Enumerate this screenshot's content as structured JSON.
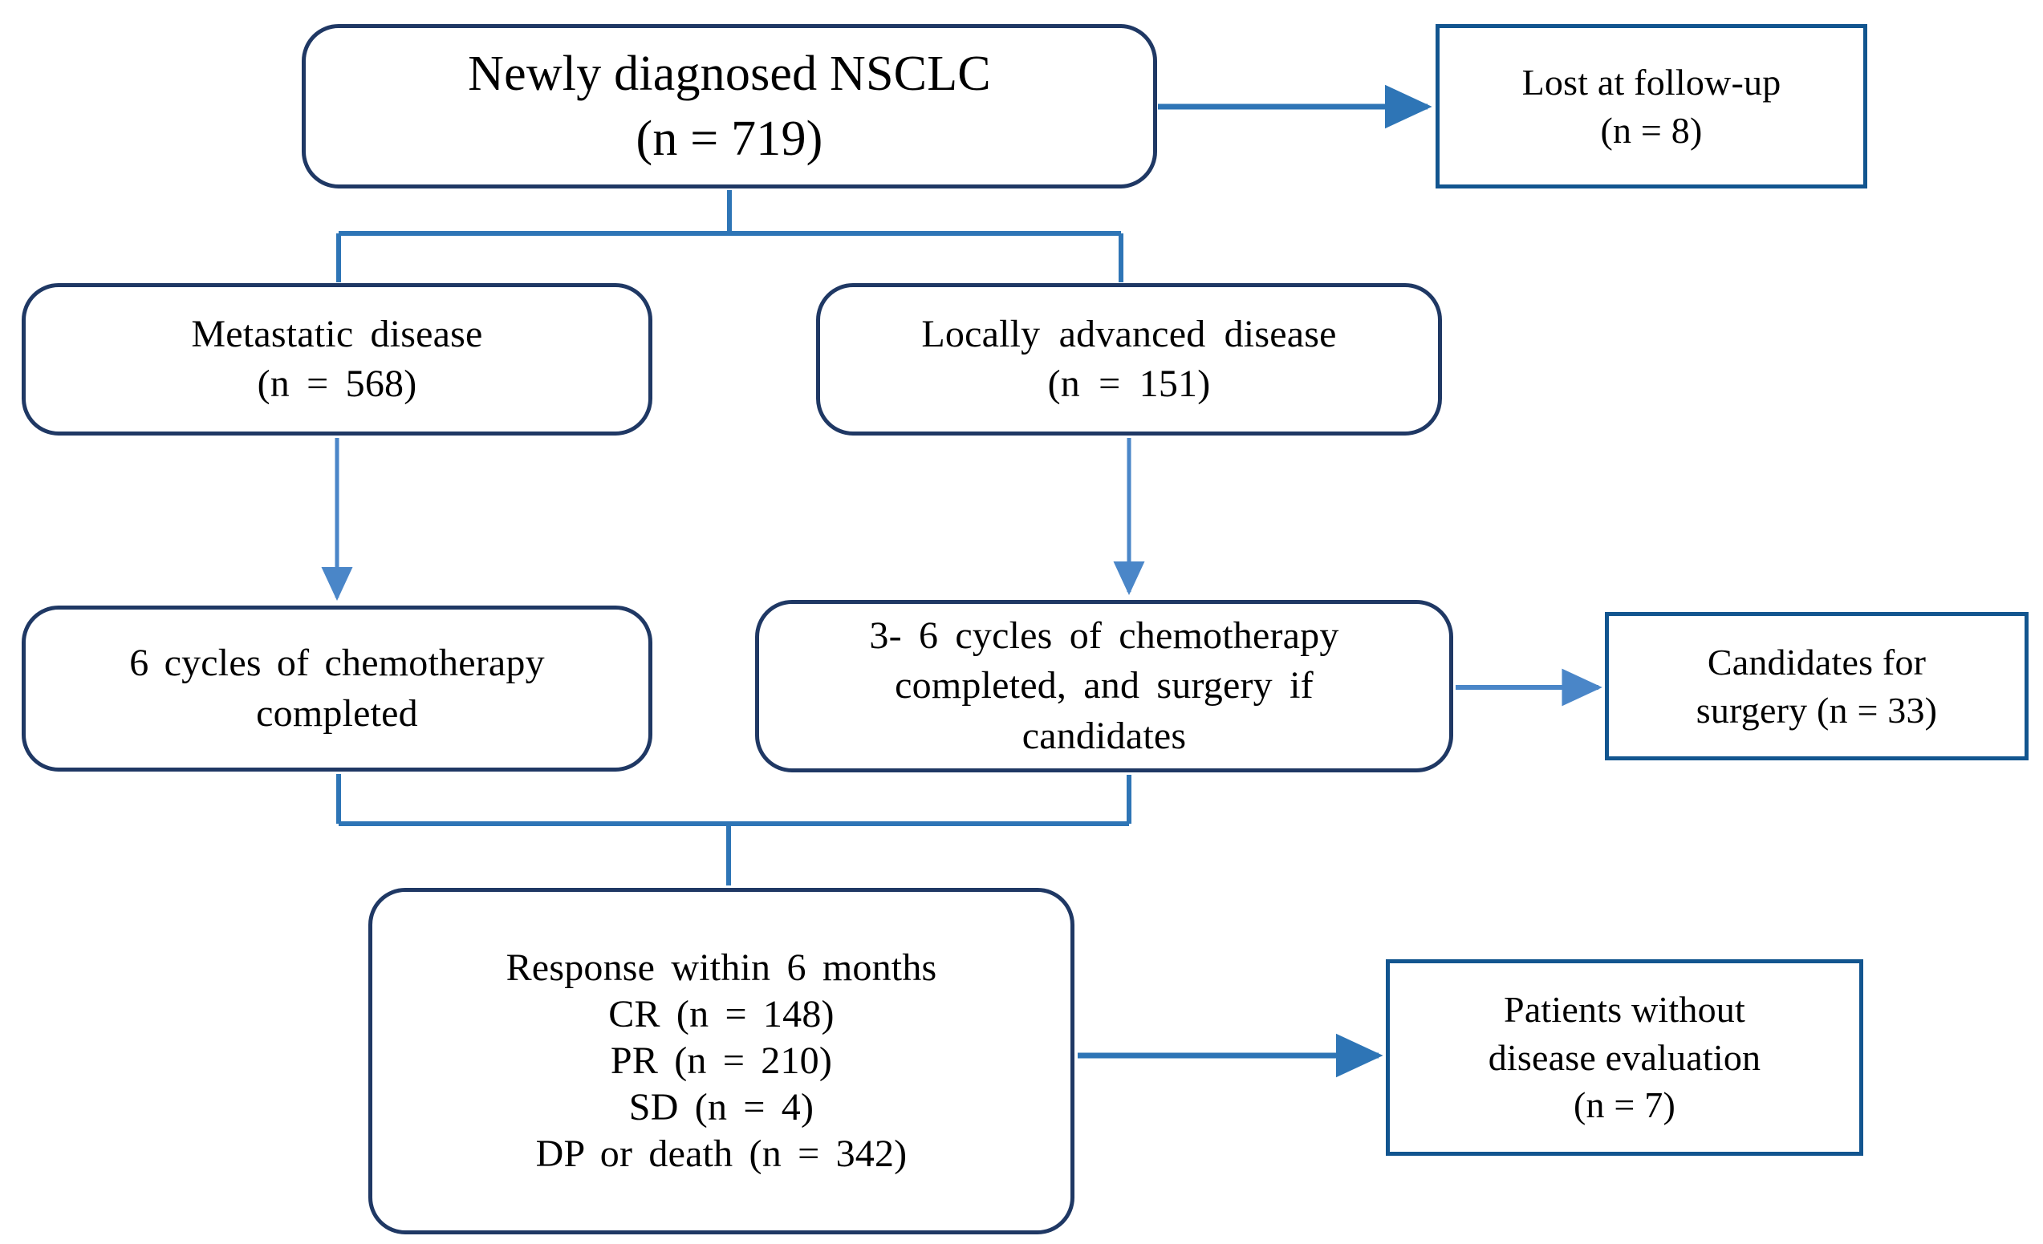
{
  "diagram": {
    "title": "Newly diagnosed NSCLC patient flow",
    "colors": {
      "rounded_box_border": "#1F3864",
      "sharp_box_border": "#12558F",
      "connector_dark": "#2E75B6",
      "connector_light": "#4A86C8",
      "background": "#FFFFFF",
      "text": "#000000"
    },
    "nodes": {
      "newly_diagnosed": {
        "label": "Newly diagnosed NSCLC\n(n = 719)",
        "line1": "Newly diagnosed NSCLC",
        "line2": "(n = 719)",
        "n": 719,
        "shape": "rounded-rectangle"
      },
      "lost_followup": {
        "label": "Lost at follow-up\n(n = 8)",
        "line1": "Lost at follow-up",
        "line2": "(n = 8)",
        "n": 8,
        "shape": "rectangle"
      },
      "metastatic": {
        "label": "Metastatic  disease\n(n = 568)",
        "line1": "Metastatic  disease",
        "line2": "(n = 568)",
        "n": 568,
        "shape": "rounded-rectangle"
      },
      "locally_advanced": {
        "label": "Locally  advanced  disease\n(n = 151)",
        "line1": "Locally  advanced  disease",
        "line2": "(n = 151)",
        "n": 151,
        "shape": "rounded-rectangle"
      },
      "six_cycles": {
        "label": "6 cycles  of chemotherapy\ncompleted",
        "line1": "6 cycles  of chemotherapy",
        "line2": "completed",
        "shape": "rounded-rectangle"
      },
      "three_six_cycles": {
        "label": "3- 6 cycles  of chemotherapy\ncompleted,  and surgery  if\ncandidates",
        "line1": "3- 6 cycles  of chemotherapy",
        "line2": "completed,  and surgery  if",
        "line3": "candidates",
        "shape": "rounded-rectangle"
      },
      "candidates_surgery": {
        "label": "Candidates for\nsurgery (n = 33)",
        "line1": "Candidates for",
        "line2": "surgery (n = 33)",
        "n": 33,
        "shape": "rectangle"
      },
      "response": {
        "label": "Response  within  6 months\nCR (n = 148)\nPR (n = 210)\nSD (n = 4)\nDP or death  (n = 342)",
        "heading": "Response  within  6 months",
        "items": [
          {
            "code": "CR",
            "text": "CR (n = 148)",
            "n": 148
          },
          {
            "code": "PR",
            "text": "PR (n = 210)",
            "n": 210
          },
          {
            "code": "SD",
            "text": "SD (n = 4)",
            "n": 4
          },
          {
            "code": "DP or death",
            "text": "DP or death  (n = 342)",
            "n": 342
          }
        ],
        "shape": "rounded-rectangle"
      },
      "without_evaluation": {
        "label": "Patients without\ndisease evaluation\n(n = 7)",
        "line1": "Patients without",
        "line2": "disease evaluation",
        "line3": "(n = 7)",
        "n": 7,
        "shape": "rectangle"
      }
    },
    "edges": [
      {
        "name": "newly-diagnosed-to-lost-followup",
        "from": "newly_diagnosed",
        "to": "lost_followup",
        "style": "arrow-right"
      },
      {
        "name": "newly-diagnosed-split",
        "from": "newly_diagnosed",
        "to": "metastatic,locally_advanced",
        "style": "bracket-down"
      },
      {
        "name": "metastatic-to-six-cycles",
        "from": "metastatic",
        "to": "six_cycles",
        "style": "arrow-down"
      },
      {
        "name": "locally-advanced-to-three-six-cycles",
        "from": "locally_advanced",
        "to": "three_six_cycles",
        "style": "arrow-down"
      },
      {
        "name": "three-six-cycles-to-candidates",
        "from": "three_six_cycles",
        "to": "candidates_surgery",
        "style": "arrow-right"
      },
      {
        "name": "cycles-merge-to-response",
        "from": "six_cycles,three_six_cycles",
        "to": "response",
        "style": "bracket-merge"
      },
      {
        "name": "response-to-without-evaluation",
        "from": "response",
        "to": "without_evaluation",
        "style": "arrow-right"
      }
    ]
  }
}
